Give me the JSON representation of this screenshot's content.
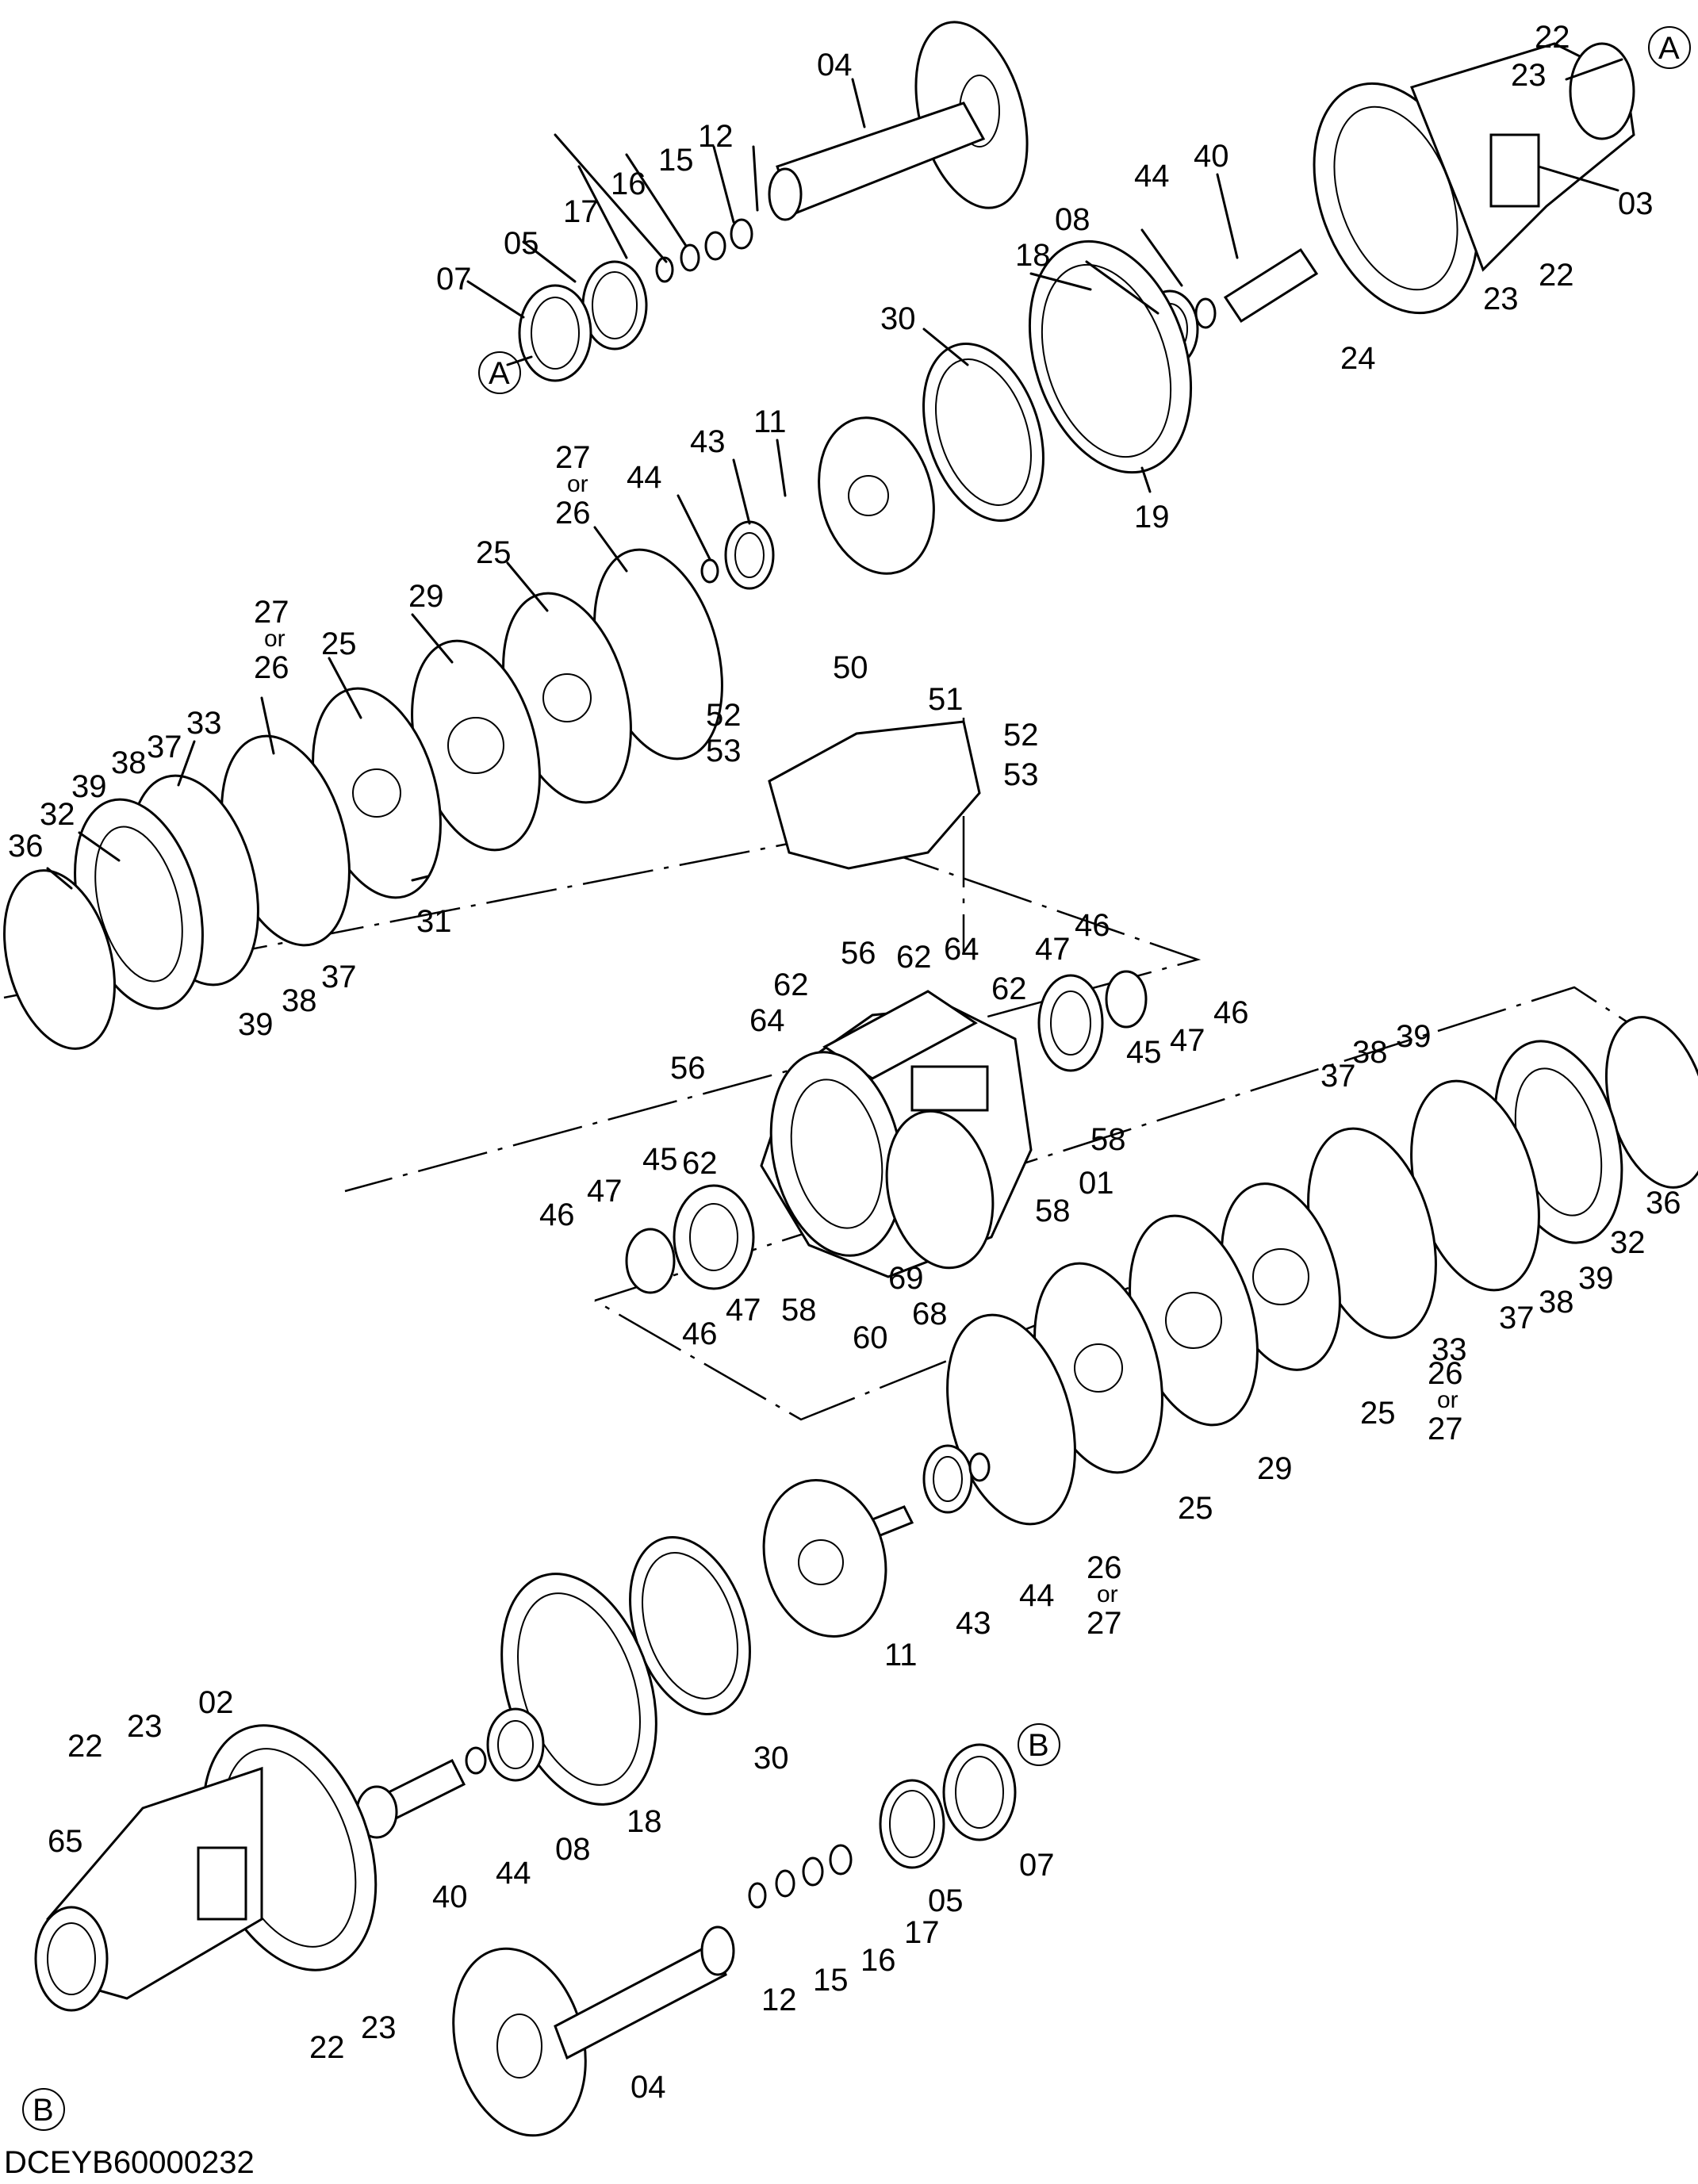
{
  "drawing_code": "DCEYB60000232",
  "refs": {
    "A": "A",
    "B": "B"
  },
  "or_word": "or",
  "labels": {
    "p01": "01",
    "p02": "02",
    "p03": "03",
    "p04": "04",
    "p05": "05",
    "p07": "07",
    "p08": "08",
    "p11": "11",
    "p12": "12",
    "p15": "15",
    "p16": "16",
    "p17": "17",
    "p18": "18",
    "p19": "19",
    "p22": "22",
    "p23": "23",
    "p24": "24",
    "p25": "25",
    "p26": "26",
    "p27": "27",
    "p29": "29",
    "p30": "30",
    "p31": "31",
    "p32": "32",
    "p33": "33",
    "p36": "36",
    "p37": "37",
    "p38": "38",
    "p39": "39",
    "p40": "40",
    "p43": "43",
    "p44": "44",
    "p45": "45",
    "p46": "46",
    "p47": "47",
    "p50": "50",
    "p51": "51",
    "p52": "52",
    "p53": "53",
    "p56": "56",
    "p58": "58",
    "p60": "60",
    "p62": "62",
    "p64": "64",
    "p65": "65",
    "p68": "68",
    "p69": "69"
  }
}
